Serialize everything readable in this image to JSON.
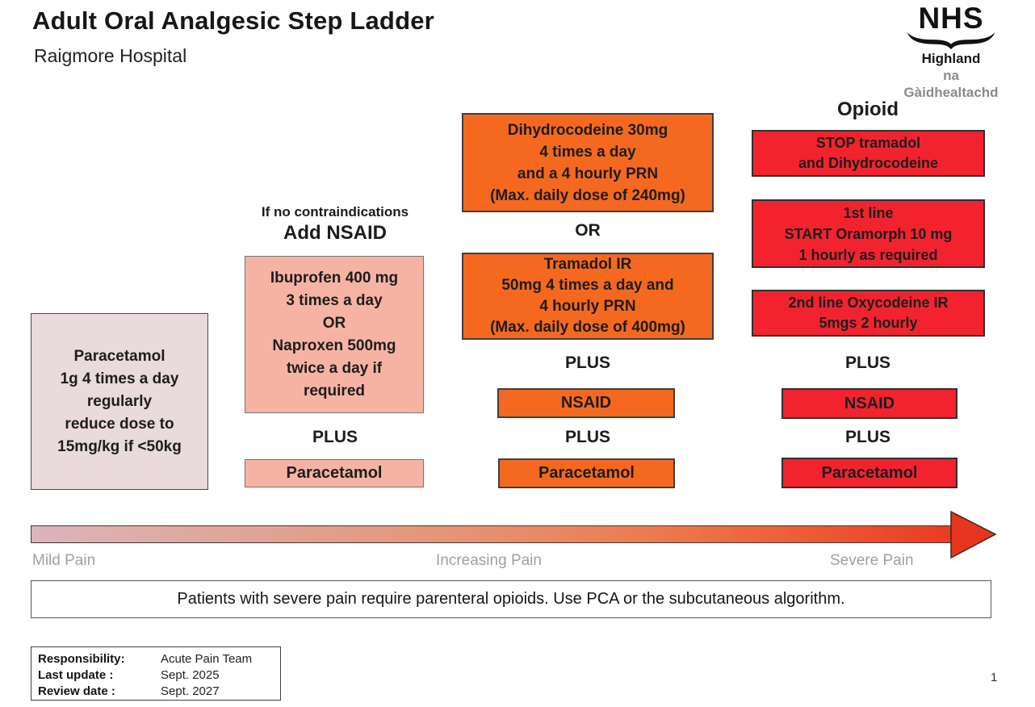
{
  "page": {
    "title": "Adult Oral Analgesic Step Ladder",
    "subtitle": "Raigmore Hospital",
    "page_number": "1"
  },
  "logo": {
    "nhs": "NHS",
    "region": "Highland",
    "gaelic": "na Gàidhealtachd"
  },
  "colors": {
    "step1_fill": "#e9dadc",
    "step2_fill": "#f6b3a4",
    "step3_fill": "#f4691f",
    "step4_fill": "#f2232f",
    "arrow_gradient_start": "#dcb5ba",
    "arrow_gradient_end": "#e93c23",
    "pain_label_gray": "#9aa1a8"
  },
  "ladder": {
    "step1": {
      "main_box": "Paracetamol\n1g 4 times a day\nregularly\nreduce dose to\n15mg/kg if <50kg"
    },
    "step2": {
      "heading_small": "If no contraindications",
      "heading": "Add NSAID",
      "main_box": "Ibuprofen 400 mg\n3 times a day\nOR\nNaproxen 500mg\ntwice a day if\nrequired",
      "plus": "PLUS",
      "paracetamol": "Paracetamol"
    },
    "step3": {
      "box1": "Dihydrocodeine 30mg\n4 times a day\nand a 4 hourly PRN\n(Max. daily dose of 240mg)",
      "or": "OR",
      "box2": "Tramadol IR\n50mg 4 times a day and\n4 hourly PRN\n(Max. daily dose of 400mg)",
      "plus1": "PLUS",
      "nsaid": "NSAID",
      "plus2": "PLUS",
      "paracetamol": "Paracetamol"
    },
    "step4": {
      "heading": "Opioid",
      "box1": "STOP tramadol\nand Dihydrocodeine",
      "box2": "1st line\nSTART Oramorph 10 mg\n1 hourly as required",
      "box3": "2nd line Oxycodeine IR\n5mgs 2 hourly",
      "plus1": "PLUS",
      "nsaid": "NSAID",
      "plus2": "PLUS",
      "paracetamol": "Paracetamol"
    }
  },
  "pain_scale": {
    "mild": "Mild Pain",
    "increasing": "Increasing Pain",
    "severe": "Severe Pain"
  },
  "note": "Patients with severe pain require parenteral opioids. Use PCA or the subcutaneous algorithm.",
  "footer": {
    "rows": [
      {
        "label": "Responsibility:",
        "value": "Acute Pain Team"
      },
      {
        "label": "Last update :",
        "value": "Sept. 2025"
      },
      {
        "label": "Review date :",
        "value": "Sept. 2027"
      }
    ]
  }
}
